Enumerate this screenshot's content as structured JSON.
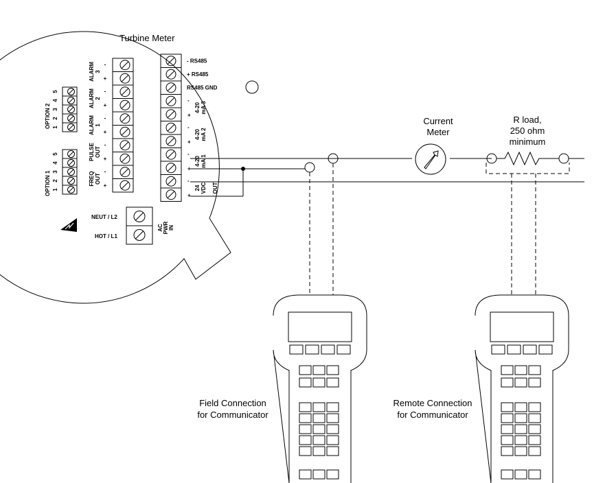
{
  "meter": {
    "title": "Turbine Meter",
    "ac_power": [
      "AC",
      "PWR",
      "IN"
    ],
    "mains": [
      {
        "label": "NEUT / L2"
      },
      {
        "label": "HOT / L1"
      }
    ],
    "options": [
      {
        "label": "OPTION 2",
        "pins": [
          "1",
          "2",
          "3",
          "4",
          "5"
        ]
      },
      {
        "label": "OPTION 1",
        "pins": [
          "1",
          "2",
          "3",
          "4",
          "5"
        ]
      }
    ],
    "left_block": [
      {
        "label": "ALARM",
        "sub": "3",
        "signs": [
          "-",
          "+"
        ]
      },
      {
        "label": "ALARM",
        "sub": "2",
        "signs": [
          "-",
          "+"
        ]
      },
      {
        "label": "ALARM",
        "sub": "1",
        "signs": [
          "-",
          "+"
        ]
      },
      {
        "label": "PULSE",
        "sub": "OUT",
        "signs": [
          "-",
          "+"
        ]
      },
      {
        "label": "FREQ",
        "sub": "OUT",
        "signs": [
          "-",
          "+"
        ]
      }
    ],
    "right_block": [
      {
        "sign": "-",
        "label": "RS485"
      },
      {
        "sign": "+",
        "label": "RS485"
      },
      {
        "sign": "",
        "label": "RS485 GND"
      },
      {
        "signs": [
          "-",
          "+"
        ],
        "label": "4-20",
        "sub": "mA 3"
      },
      {
        "signs": [
          "-",
          "+"
        ],
        "label": "4-20",
        "sub": "mA 2"
      },
      {
        "signs": [
          "-",
          "+"
        ],
        "label": "4-20",
        "sub": "mA 1"
      },
      {
        "signs": [
          "-",
          "+"
        ],
        "label": "24",
        "sub": "VDC",
        "sub2": "OUT"
      }
    ]
  },
  "current_meter": {
    "lines": [
      "Current",
      "Meter"
    ]
  },
  "load": {
    "lines": [
      "R load,",
      "250 ohm",
      "minimum"
    ]
  },
  "communicators": [
    {
      "lines": [
        "Field Connection",
        "for Communicator"
      ]
    },
    {
      "lines": [
        "Remote Connection",
        "for Communicator"
      ]
    }
  ]
}
